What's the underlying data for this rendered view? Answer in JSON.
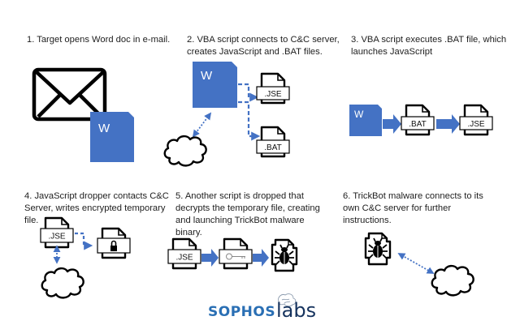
{
  "steps": [
    {
      "id": 1,
      "text": "1. Target opens Word doc in e-mail."
    },
    {
      "id": 2,
      "lines": [
        "2. VBA script connects to C&C server,",
        "creates JavaScript and .BAT files."
      ]
    },
    {
      "id": 3,
      "lines": [
        "3. VBA script executes .BAT file, which",
        "launches JavaScript"
      ]
    },
    {
      "id": 4,
      "lines": [
        "4. JavaScript dropper contacts C&C",
        "Server, writes encrypted temporary",
        "file."
      ]
    },
    {
      "id": 5,
      "lines": [
        "5. Another script is dropped that",
        "decrypts the temporary file, creating",
        "and launching TrickBot malware",
        "binary."
      ]
    },
    {
      "id": 6,
      "lines": [
        "6. TrickBot malware connects to its",
        "own C&C server for further",
        "instructions."
      ]
    }
  ],
  "labels": {
    "word": "W",
    "jse": ".JSE",
    "bat": ".BAT"
  },
  "logo": {
    "brand": "SOPHOS",
    "suffix": "labs"
  },
  "colors": {
    "accent_blue": "#4472c4",
    "outline": "#000000",
    "logo_blue": "#2a6fb4",
    "logo_navy": "#16335e"
  },
  "icons": [
    "envelope-icon",
    "word-doc-icon",
    "script-file-icon",
    "cloud-icon",
    "lock-file-icon",
    "key-file-icon",
    "malware-bug-icon"
  ]
}
